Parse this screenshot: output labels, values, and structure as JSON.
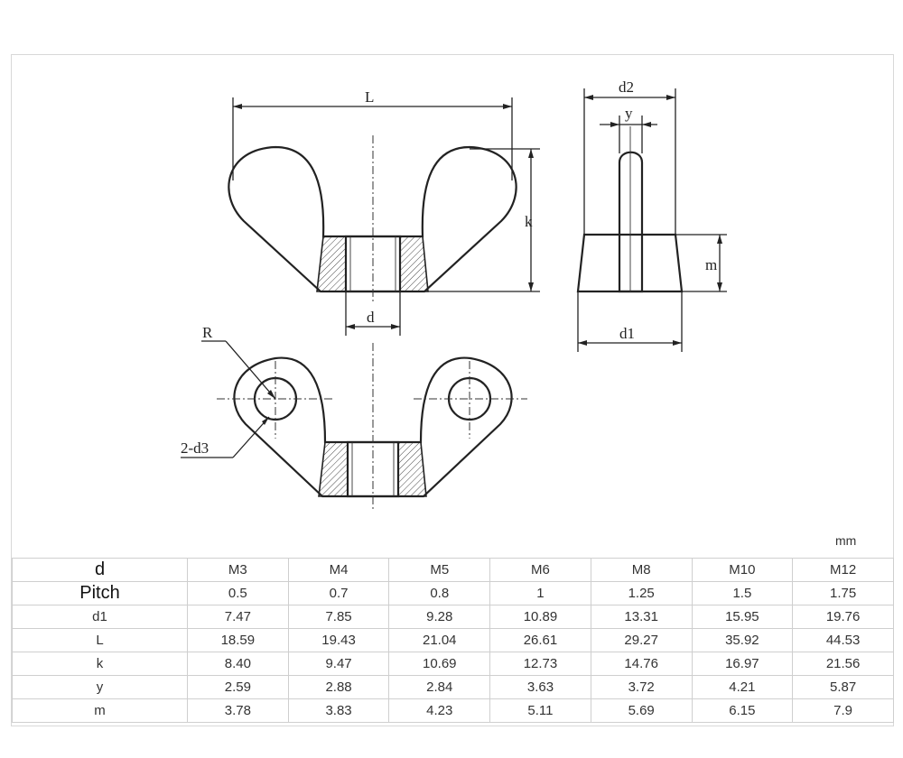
{
  "labels": {
    "L": "L",
    "d": "d",
    "k": "k",
    "d2": "d2",
    "y": "y",
    "m": "m",
    "d1": "d1",
    "R": "R",
    "d3": "2-d3"
  },
  "unit": "mm",
  "table": {
    "rows": [
      {
        "name": "d",
        "values": [
          "M3",
          "M4",
          "M5",
          "M6",
          "M8",
          "M10",
          "M12"
        ]
      },
      {
        "name": "Pitch",
        "values": [
          "0.5",
          "0.7",
          "0.8",
          "1",
          "1.25",
          "1.5",
          "1.75"
        ]
      },
      {
        "name": "d1",
        "values": [
          "7.47",
          "7.85",
          "9.28",
          "10.89",
          "13.31",
          "15.95",
          "19.76"
        ]
      },
      {
        "name": "L",
        "values": [
          "18.59",
          "19.43",
          "21.04",
          "26.61",
          "29.27",
          "35.92",
          "44.53"
        ]
      },
      {
        "name": "k",
        "values": [
          "8.40",
          "9.47",
          "10.69",
          "12.73",
          "14.76",
          "16.97",
          "21.56"
        ]
      },
      {
        "name": "y",
        "values": [
          "2.59",
          "2.88",
          "2.84",
          "3.63",
          "3.72",
          "4.21",
          "5.87"
        ]
      },
      {
        "name": "m",
        "values": [
          "3.78",
          "3.83",
          "4.23",
          "5.11",
          "5.69",
          "6.15",
          "7.9"
        ]
      }
    ]
  }
}
